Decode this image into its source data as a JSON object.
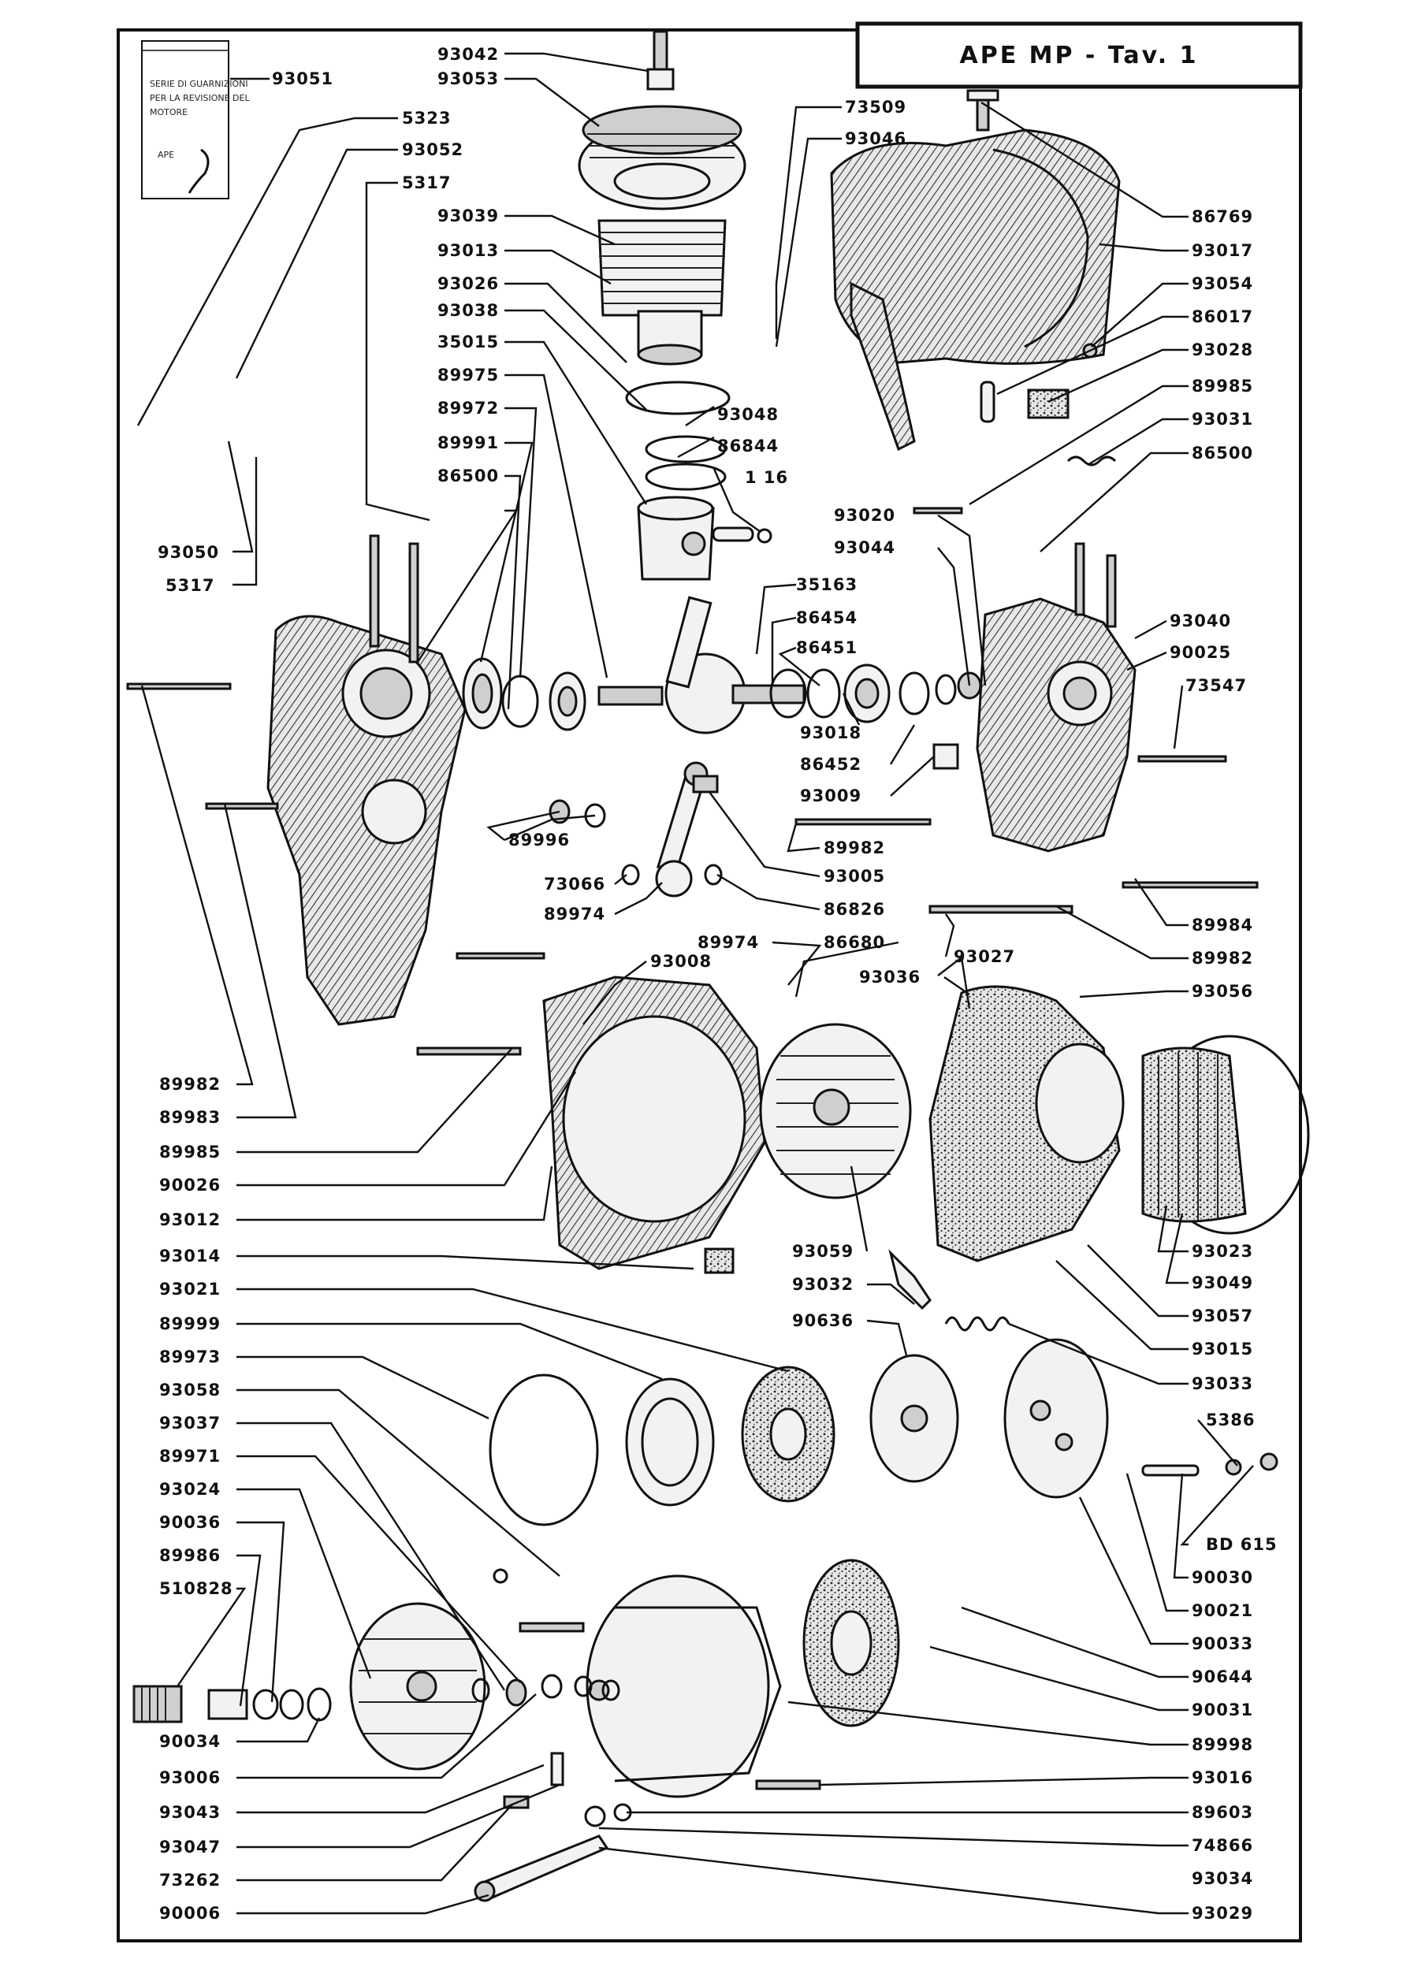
{
  "title": "APE MP - Tav. 1",
  "bag": {
    "lines": [
      "SERIE DI GUARNIZIONI",
      "PER LA REVISIONE DEL",
      "MOTORE"
    ],
    "brand": "APE"
  },
  "labels": {
    "l93051": "93051",
    "l93042": "93042",
    "l93053": "93053",
    "l5323": "5323",
    "l93052": "93052",
    "l5317a": "5317",
    "l93039": "93039",
    "l93013": "93013",
    "l93026": "93026",
    "l93038": "93038",
    "l35015": "35015",
    "l89975": "89975",
    "l89972": "89972",
    "l89991": "89991",
    "l86500a": "86500",
    "l93050": "93050",
    "l5317b": "5317",
    "l73509": "73509",
    "l93046": "93046",
    "l86769": "86769",
    "l93017": "93017",
    "l93054": "93054",
    "l86017": "86017",
    "l93028": "93028",
    "l89985a": "89985",
    "l93031": "93031",
    "l86500b": "86500",
    "l93048": "93048",
    "l86844": "86844",
    "l116": "1 16",
    "l93020": "93020",
    "l93044": "93044",
    "l35163": "35163",
    "l86454": "86454",
    "l86451": "86451",
    "l93018": "93018",
    "l86452": "86452",
    "l93009": "93009",
    "l93040": "93040",
    "l90025": "90025",
    "l73547": "73547",
    "l89996": "89996",
    "l89982a": "89982",
    "l73066": "73066",
    "l93005": "93005",
    "l89974a": "89974",
    "l86826": "86826",
    "l89984": "89984",
    "l89974b": "89974",
    "l86680": "86680",
    "l93027": "93027",
    "l89982b": "89982",
    "l93008": "93008",
    "l93036": "93036",
    "l93056": "93056",
    "l89982c": "89982",
    "l89983": "89983",
    "l89985b": "89985",
    "l90026": "90026",
    "l93012": "93012",
    "l93059": "93059",
    "l93023": "93023",
    "l93049": "93049",
    "l93014": "93014",
    "l93032": "93032",
    "l93057": "93057",
    "l93021": "93021",
    "l90636": "90636",
    "l93015": "93015",
    "l89999": "89999",
    "l93033": "93033",
    "l89973": "89973",
    "l93058": "93058",
    "l5386": "5386",
    "l93037": "93037",
    "l89971": "89971",
    "lBD615": "BD 615",
    "l93024": "93024",
    "l90030": "90030",
    "l90036": "90036",
    "l90021": "90021",
    "l89986": "89986",
    "l90033": "90033",
    "l510828": "510828",
    "l90644": "90644",
    "l90031": "90031",
    "l90034": "90034",
    "l89998": "89998",
    "l93006": "93006",
    "l93016": "93016",
    "l93043": "93043",
    "l89603": "89603",
    "l93047": "93047",
    "l74866": "74866",
    "l73262": "73262",
    "l93034": "93034",
    "l90006": "90006",
    "l93029": "93029"
  }
}
